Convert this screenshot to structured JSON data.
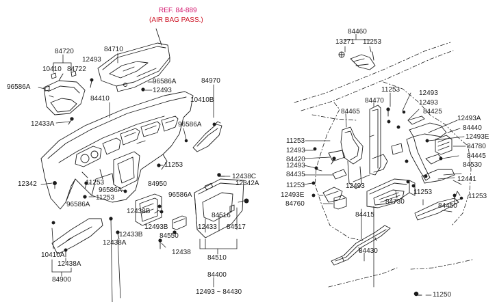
{
  "reference": {
    "line1": "REF. 84-889",
    "line2": "(AIR BAG PASS.)"
  },
  "colors": {
    "ink": "#1b1b1b",
    "reference": "#d3126b",
    "reference_sub": "#cc1122"
  },
  "labels": {
    "p84720": "84720",
    "p10410a": "10410",
    "p84722": "84722",
    "p12493a": "12493",
    "p84710": "84710",
    "p96586a": "96586A",
    "p96586b": "96586A",
    "p12493b": "12493",
    "p84410": "84410",
    "p84970": "84970",
    "p10410b": "10410B",
    "p12433a": "12433A",
    "p96586c": "96586A",
    "p11253a": "11253",
    "p12438c": "12438C",
    "p12342a": "12342",
    "p11253b": "11253",
    "p96586d": "96586A",
    "p84950": "84950",
    "p12342b": "12342A",
    "p96586e": "96586A",
    "p11253c": "11253",
    "p96586f": "96586A",
    "p12438b": "12438B",
    "p12493c": "12493B",
    "p84516": "84516",
    "p84550": "84550",
    "p12433b": "12433",
    "p84517": "84517",
    "p12433c": "12433B",
    "p12438a": "12438A",
    "p12438d": "12438",
    "p84510": "84510",
    "p10410c": "10410A",
    "p12438e": "12438A",
    "p84900": "84900",
    "p84400": "84400",
    "p12493range": "12493 ~ 84430",
    "p84460": "84460",
    "p13271": "13271",
    "p11253d": "11253",
    "p11253e": "11253",
    "p12493d": "12493",
    "p84470": "84470",
    "p84465": "84465",
    "p12493e": "12493",
    "p84425": "84425",
    "p12493f": "12493A",
    "p84440": "84440",
    "p12493g": "12493E",
    "p11253f": "11253",
    "p84780": "84780",
    "p12493h": "12493",
    "p84420": "84420",
    "p12493i": "12493",
    "p84445": "84445",
    "p84435": "84435",
    "p84530": "84530",
    "p11253g": "11253",
    "p12493j": "12493",
    "p12441": "12441",
    "p12493k": "12493E",
    "p84730": "84730",
    "p11253h": "11253",
    "p84760": "84760",
    "p84450": "84450",
    "p11253i": "11253",
    "p84415": "84415",
    "p11250": "11250",
    "p84430": "84430"
  }
}
